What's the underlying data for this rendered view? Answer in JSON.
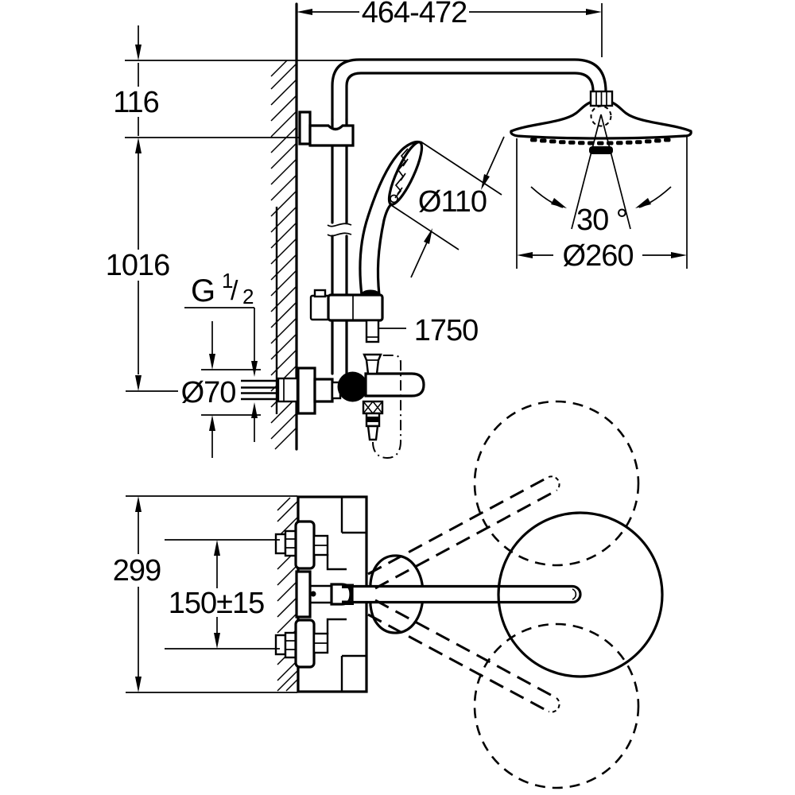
{
  "drawing": {
    "background": "#ffffff",
    "line_color": "#000000",
    "front_view": {
      "width_range": "464-472",
      "top_offset": "116",
      "mount_height": "1016",
      "thread_label": {
        "prefix": "G",
        "numerator": "1",
        "slash": "/",
        "denominator": "2"
      },
      "escutcheon_diameter": "Ø70",
      "handshower_diameter": "Ø110",
      "headshower_swivel_angle": "30 °",
      "headshower_diameter": "Ø260",
      "hose_length": "1750"
    },
    "plan_view": {
      "projection_depth": "299",
      "connection_spacing": "150±15"
    }
  }
}
